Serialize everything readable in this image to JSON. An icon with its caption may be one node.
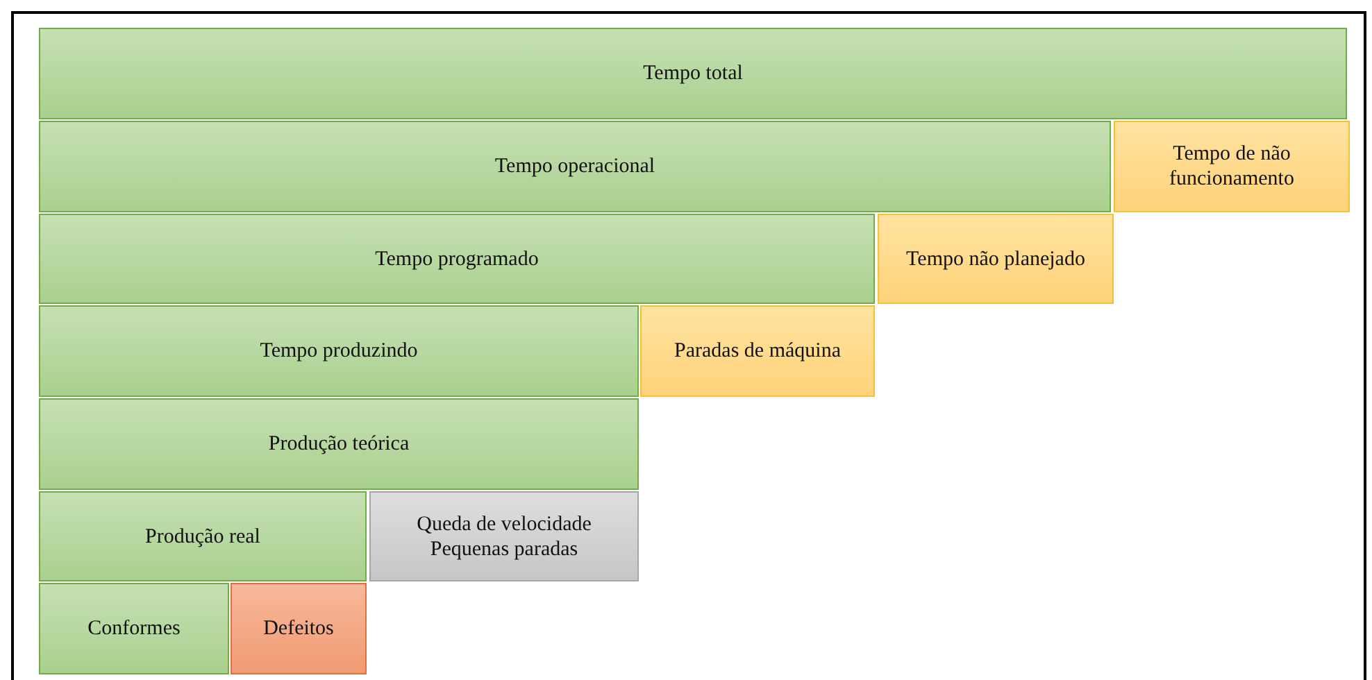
{
  "diagram": {
    "nodes": [
      {
        "text": [
          "Tempo total"
        ]
      },
      {
        "text": [
          "Tempo operacional"
        ]
      },
      {
        "text": [
          "Tempo de não funcionamento"
        ]
      },
      {
        "text": [
          "Tempo programado"
        ]
      },
      {
        "text": [
          "Tempo não planejado"
        ]
      },
      {
        "text": [
          "Tempo produzindo"
        ]
      },
      {
        "text": [
          "Paradas de máquina"
        ]
      },
      {
        "text": [
          "Produção teórica"
        ]
      },
      {
        "text": [
          "Produção real"
        ]
      },
      {
        "text": [
          "Queda de velocidade",
          "Pequenas paradas"
        ]
      },
      {
        "text": [
          "Conformes"
        ]
      },
      {
        "text": [
          "Defeitos"
        ]
      }
    ]
  }
}
